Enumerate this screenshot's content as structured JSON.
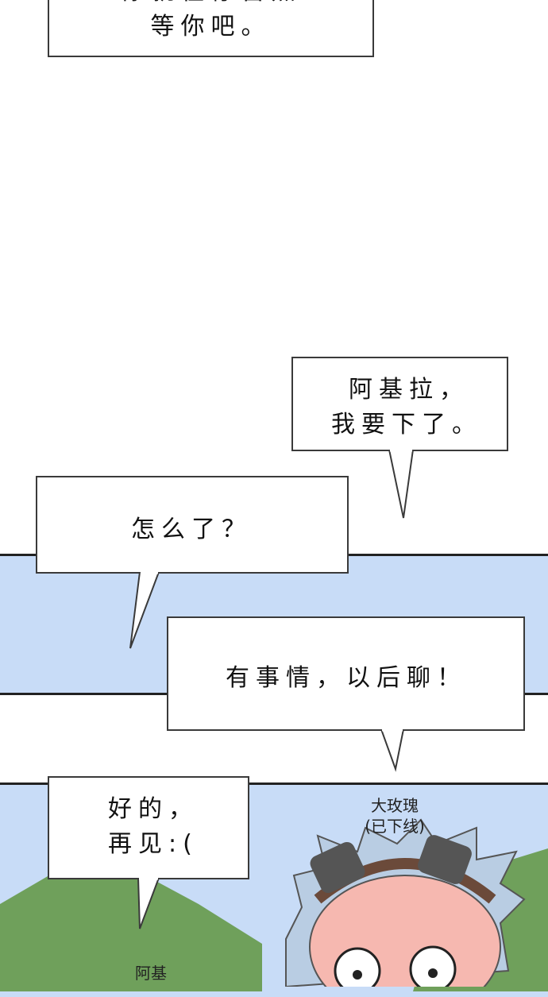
{
  "panels": {
    "top_bubble": {
      "line1_partial": "你就在停留点",
      "line2": "等你吧。"
    },
    "bubble_aji": {
      "line1": "阿基拉，",
      "line2": "我要下了。"
    },
    "bubble_what": {
      "text": "怎么了？"
    },
    "bubble_busy": {
      "text": "有事情，以后聊！"
    },
    "bubble_ok": {
      "line1": "好的，",
      "line2": "再见:("
    },
    "name_rose": {
      "name": "大玫瑰",
      "status": "(已下线)"
    },
    "name_aji": {
      "name": "阿基"
    }
  },
  "colors": {
    "sky": "#c8dcf7",
    "hill": "#6fa05b",
    "hair": "#b9cde3",
    "goggle_band": "#6b4a3a",
    "skin": "#f6b8b0"
  }
}
